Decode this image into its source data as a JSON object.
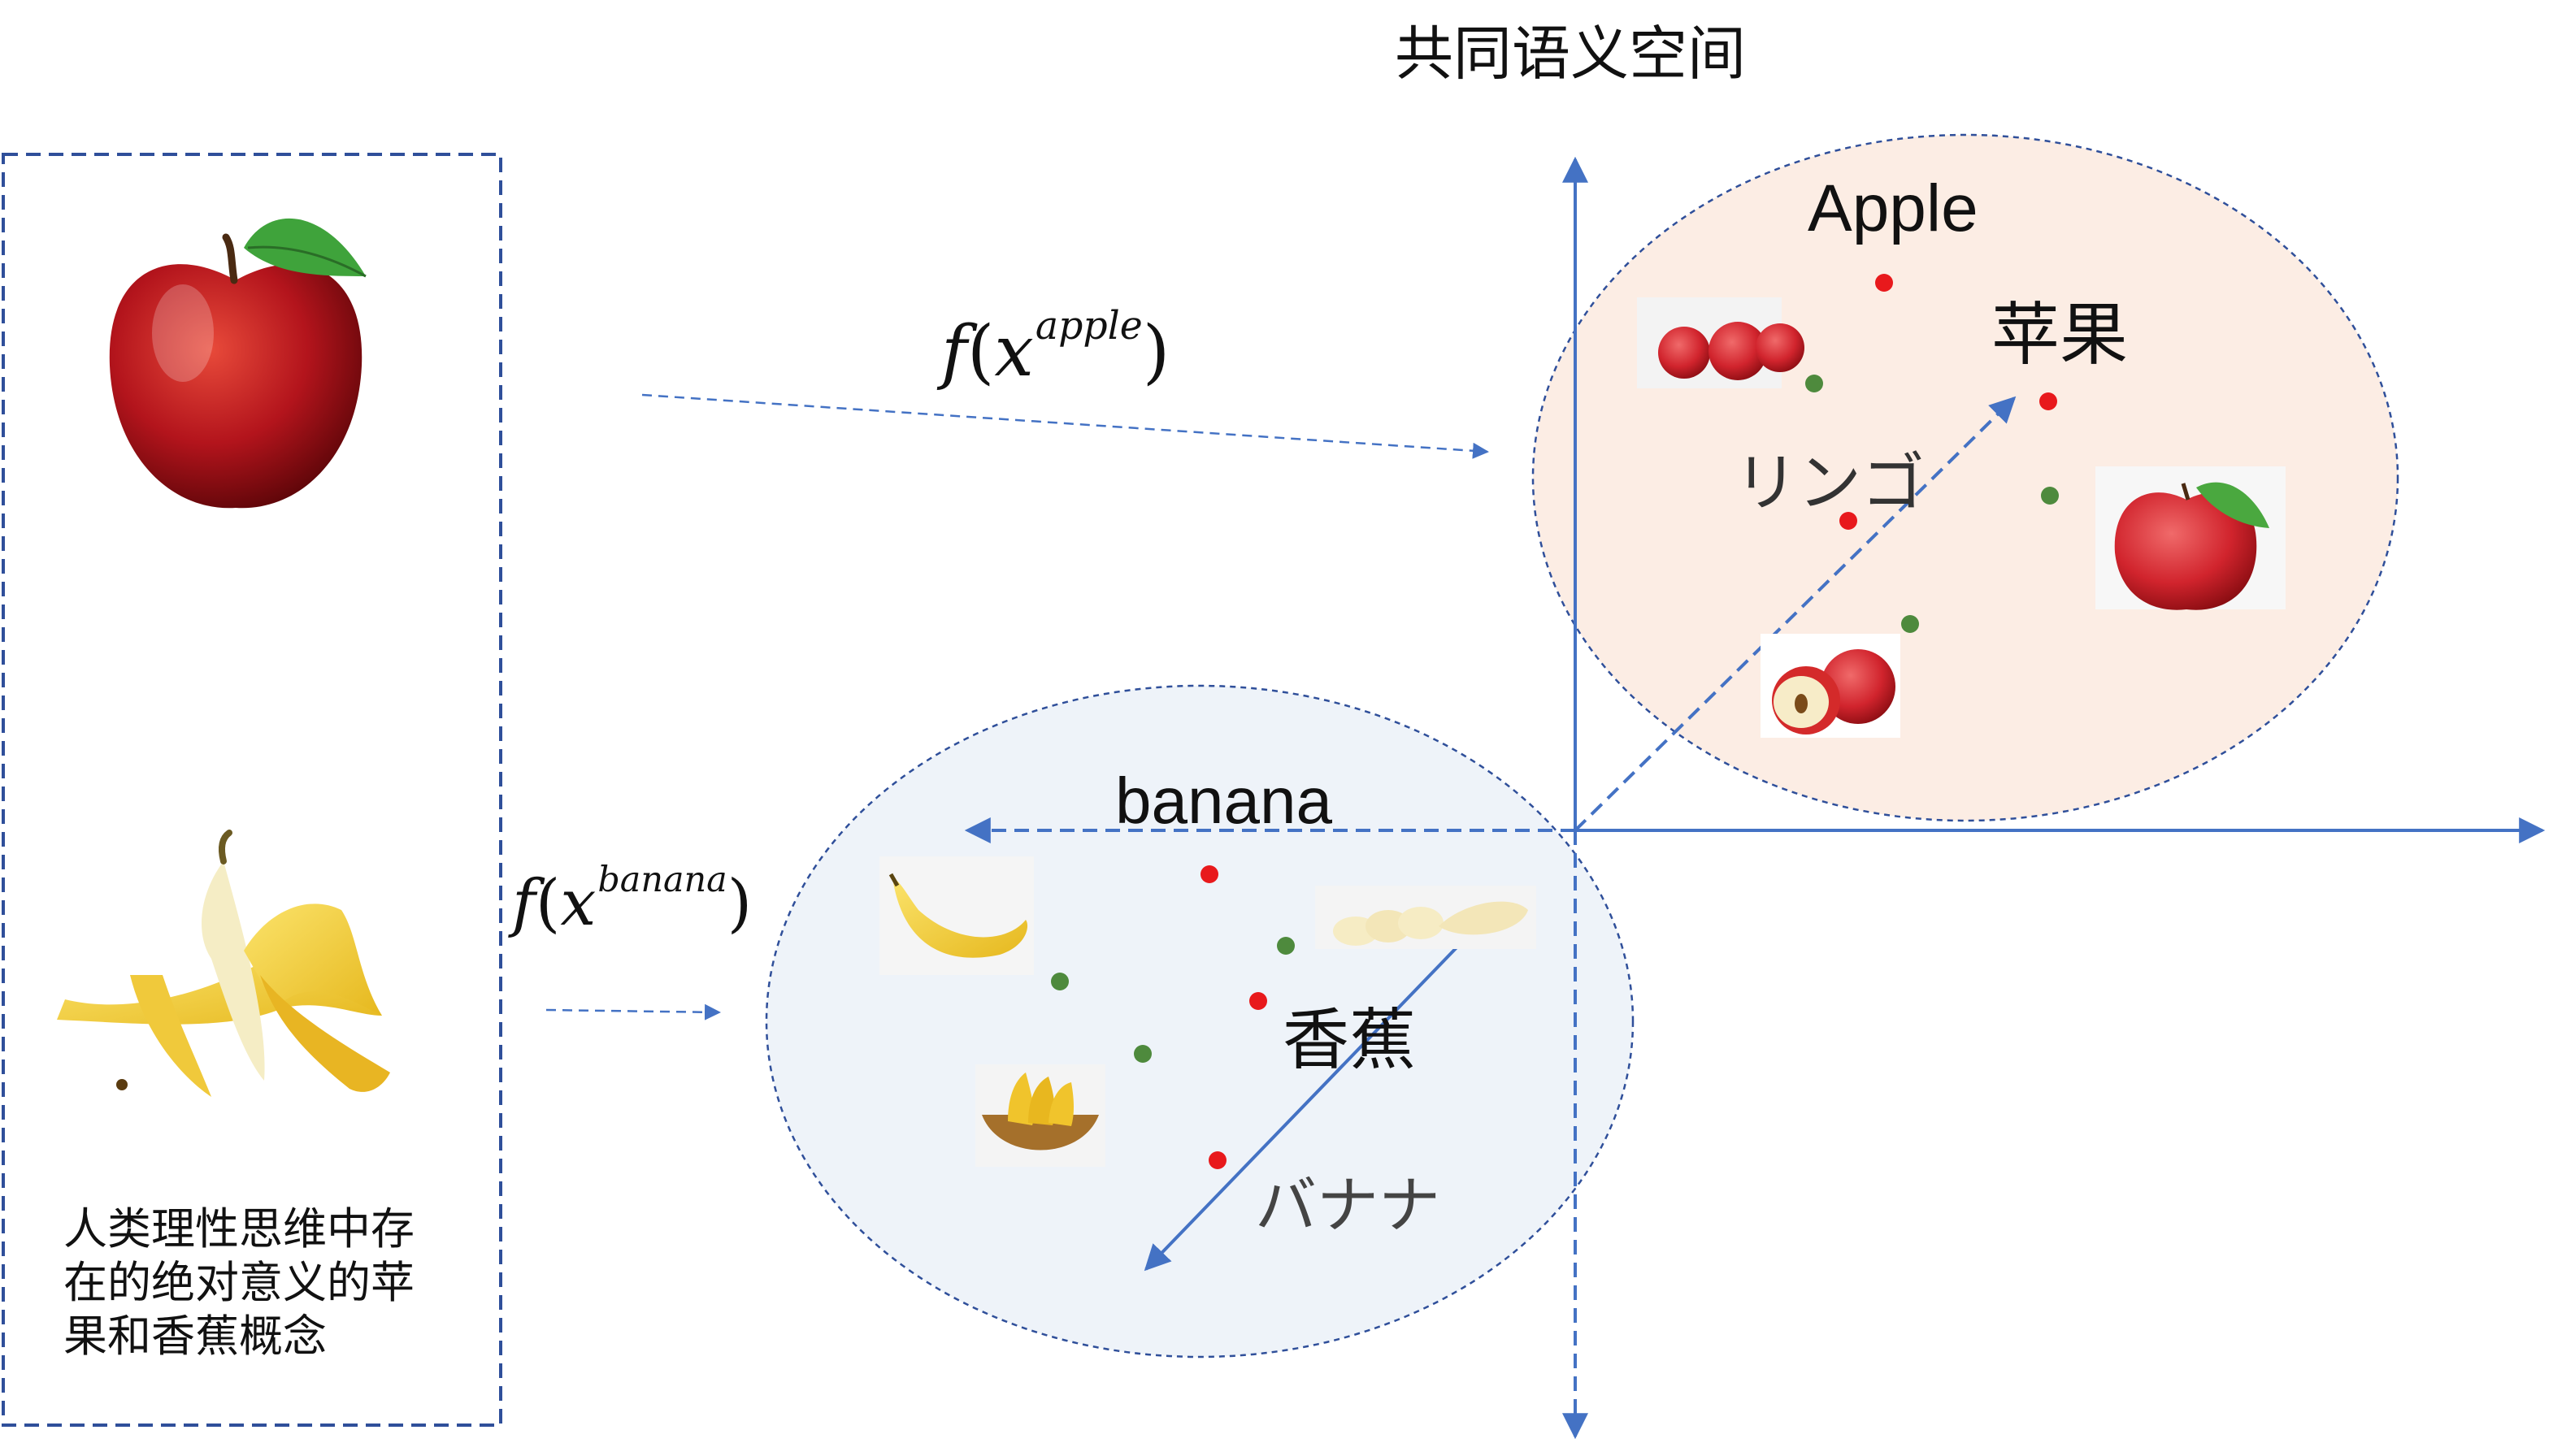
{
  "title": "共同语义空间",
  "left_panel": {
    "caption_lines": [
      "人类理性思维中存",
      "在的绝对意义的苹",
      "果和香蕉概念"
    ]
  },
  "functions": {
    "apple": {
      "f": "f",
      "paren_open": "(",
      "var": "x",
      "sup": "apple",
      "paren_close": ")"
    },
    "banana": {
      "f": "f",
      "paren_open": "(",
      "var": "x",
      "sup": "banana",
      "paren_close": ")"
    }
  },
  "apple_cluster": {
    "labels": {
      "en": "Apple",
      "zh": "苹果",
      "ja": "リンゴ"
    },
    "fill_color": "#fcede4"
  },
  "banana_cluster": {
    "labels": {
      "en": "banana",
      "zh": "香蕉",
      "ja": "バナナ"
    },
    "fill_color": "#eef3f9"
  },
  "colors": {
    "axis": "#4472c4",
    "red_dot": "#e8191c",
    "green_dot": "#4e8a3d",
    "ellipse_border": "#2f4f9a",
    "panel_border": "#2f4f9a"
  }
}
